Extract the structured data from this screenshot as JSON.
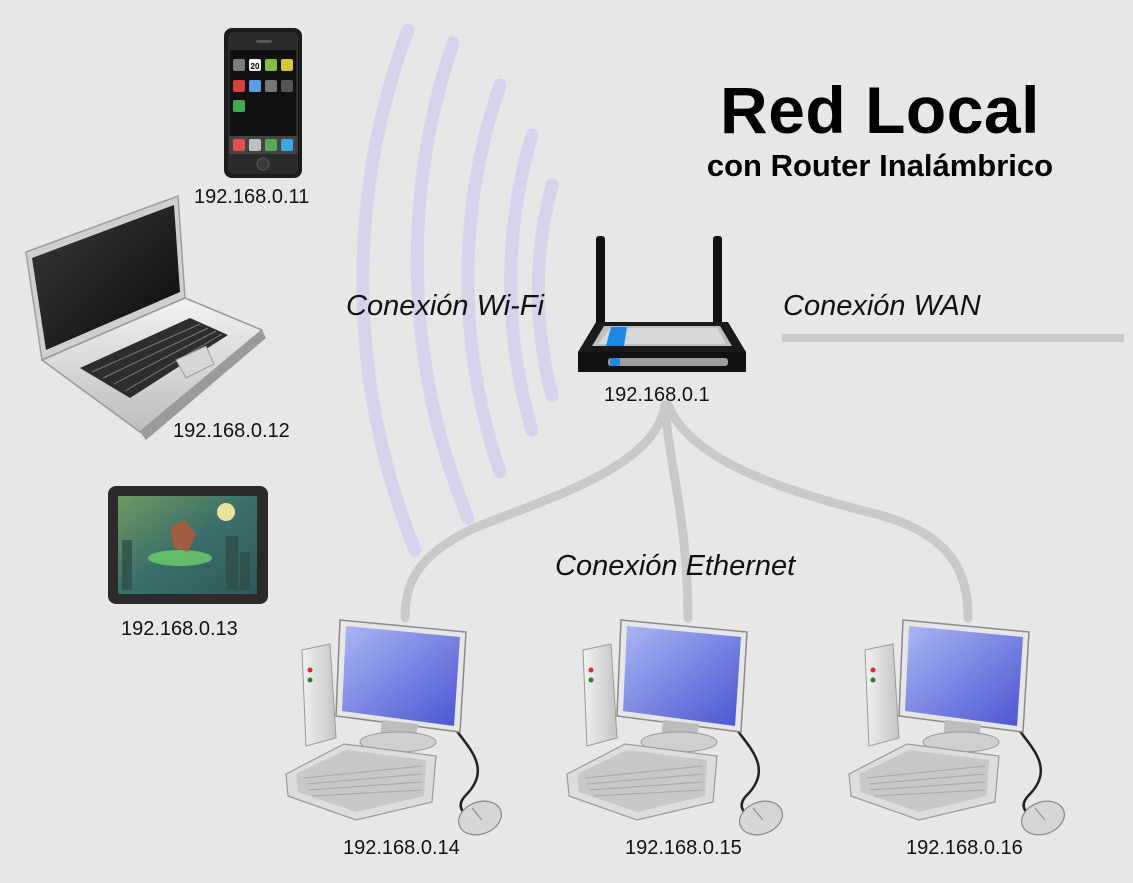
{
  "title": "Red Local",
  "subtitle": "con Router Inalámbrico",
  "connections": {
    "wifi": "Conexión Wi-Fi",
    "wan": "Conexión WAN",
    "ethernet": "Conexión Ethernet"
  },
  "devices": {
    "router": {
      "ip": "192.168.0.1"
    },
    "smartphone": {
      "ip": "192.168.0.11",
      "date_number": "20"
    },
    "laptop": {
      "ip": "192.168.0.12"
    },
    "tablet": {
      "ip": "192.168.0.13"
    },
    "desktop_1": {
      "ip": "192.168.0.14"
    },
    "desktop_2": {
      "ip": "192.168.0.15"
    },
    "desktop_3": {
      "ip": "192.168.0.16"
    }
  },
  "colors": {
    "background": "#e7e7e7",
    "wifi_waves": "#d4d4ec",
    "cables": "#c9c9c9",
    "router_accent": "#1e88e5",
    "monitor_screen": "#5a66d8"
  }
}
